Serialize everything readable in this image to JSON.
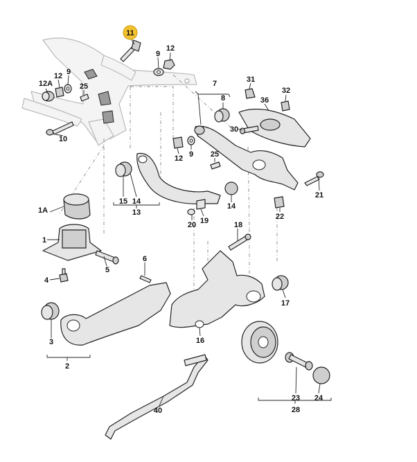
{
  "highlight_color": "#f2c230",
  "callouts": {
    "c11": "11",
    "c9a": "9",
    "c12a": "12",
    "c12A": "12A",
    "c12b": "12",
    "c9b": "9",
    "c25a": "25",
    "c10": "10",
    "c7": "7",
    "c8": "8",
    "c31": "31",
    "c32": "32",
    "c36": "36",
    "c30": "30",
    "c12c": "12",
    "c9c": "9",
    "c25b": "25",
    "c15": "15",
    "c14a": "14",
    "c13": "13",
    "c14b": "14",
    "c20": "20",
    "c19": "19",
    "c21": "21",
    "c22": "22",
    "c1A": "1A",
    "c1": "1",
    "c5": "5",
    "c4": "4",
    "c6": "6",
    "c18": "18",
    "c17": "17",
    "c16": "16",
    "c3": "3",
    "c2": "2",
    "c23": "23",
    "c24": "24",
    "c28": "28",
    "c40": "40"
  }
}
